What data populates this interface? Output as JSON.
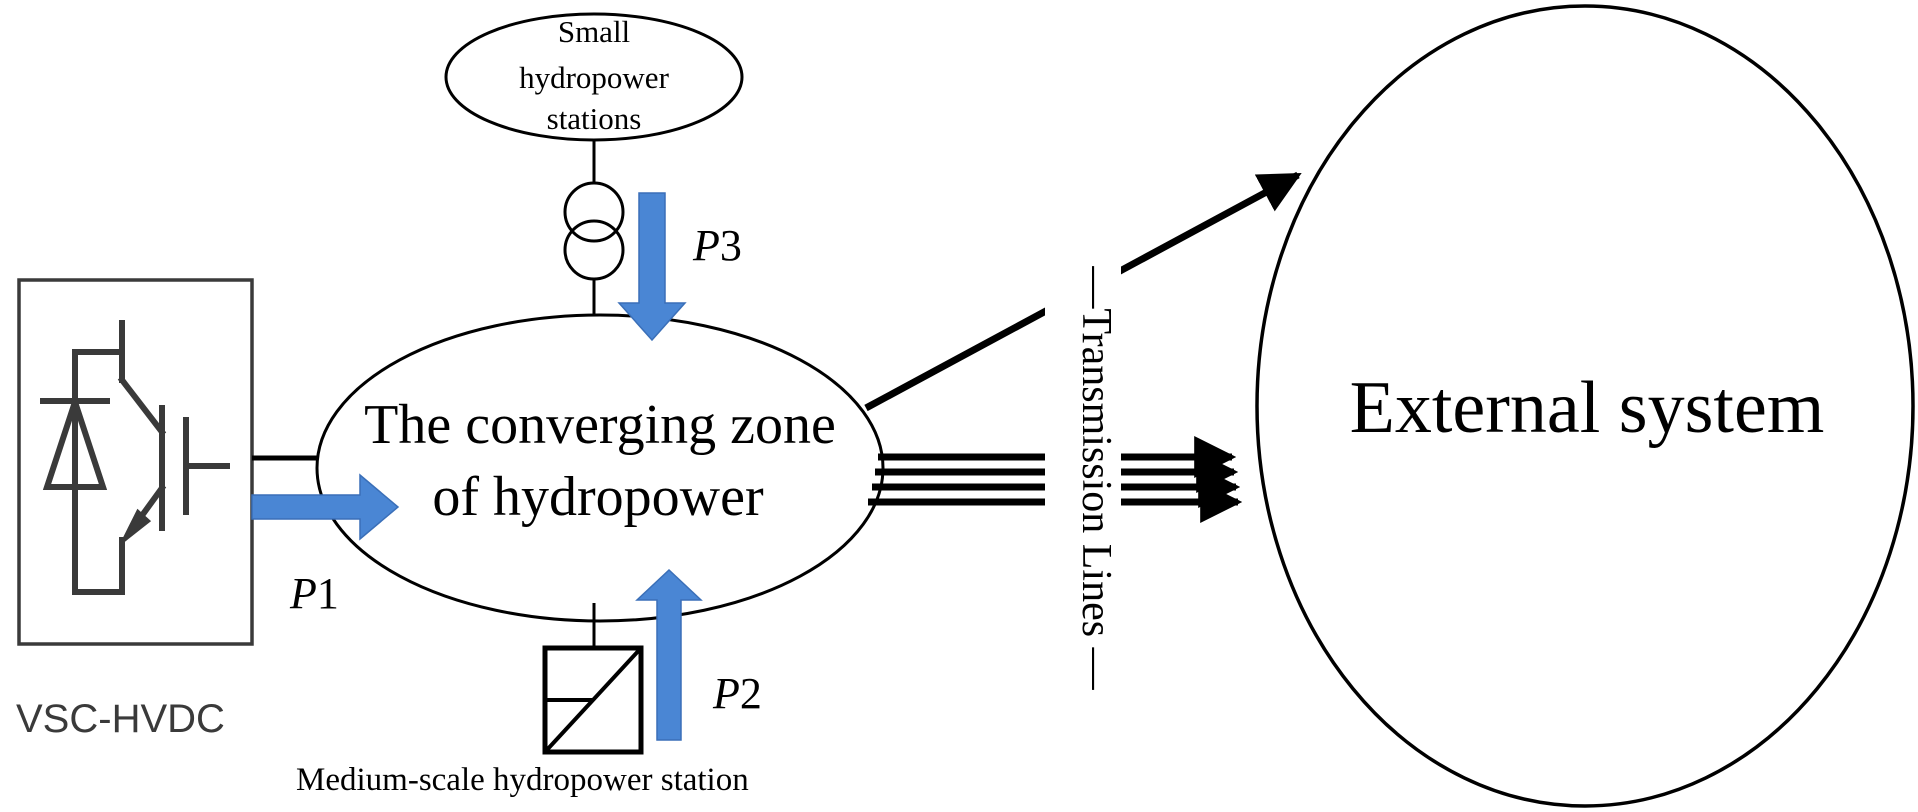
{
  "labels": {
    "small_station_line1": "Small",
    "small_station_line2": "hydropower",
    "small_station_line3": "stations",
    "zone_line1": "The converging zone",
    "zone_line2": "of hydropower",
    "external_system": "External system",
    "transmission_lines": "—Transmission Lines —",
    "vsc_hvdc": "VSC-HVDC",
    "medium_station": "Medium-scale hydropower station",
    "p1_letter": "P",
    "p1_number": "1",
    "p2_letter": "P",
    "p2_number": "2",
    "p3_letter": "P",
    "p3_number": "3"
  },
  "colors": {
    "stroke": "#000000",
    "device": "#3a3a3a",
    "power_arrow": "#4a86d4",
    "power_arrow_edge": "#3a6fb8"
  }
}
